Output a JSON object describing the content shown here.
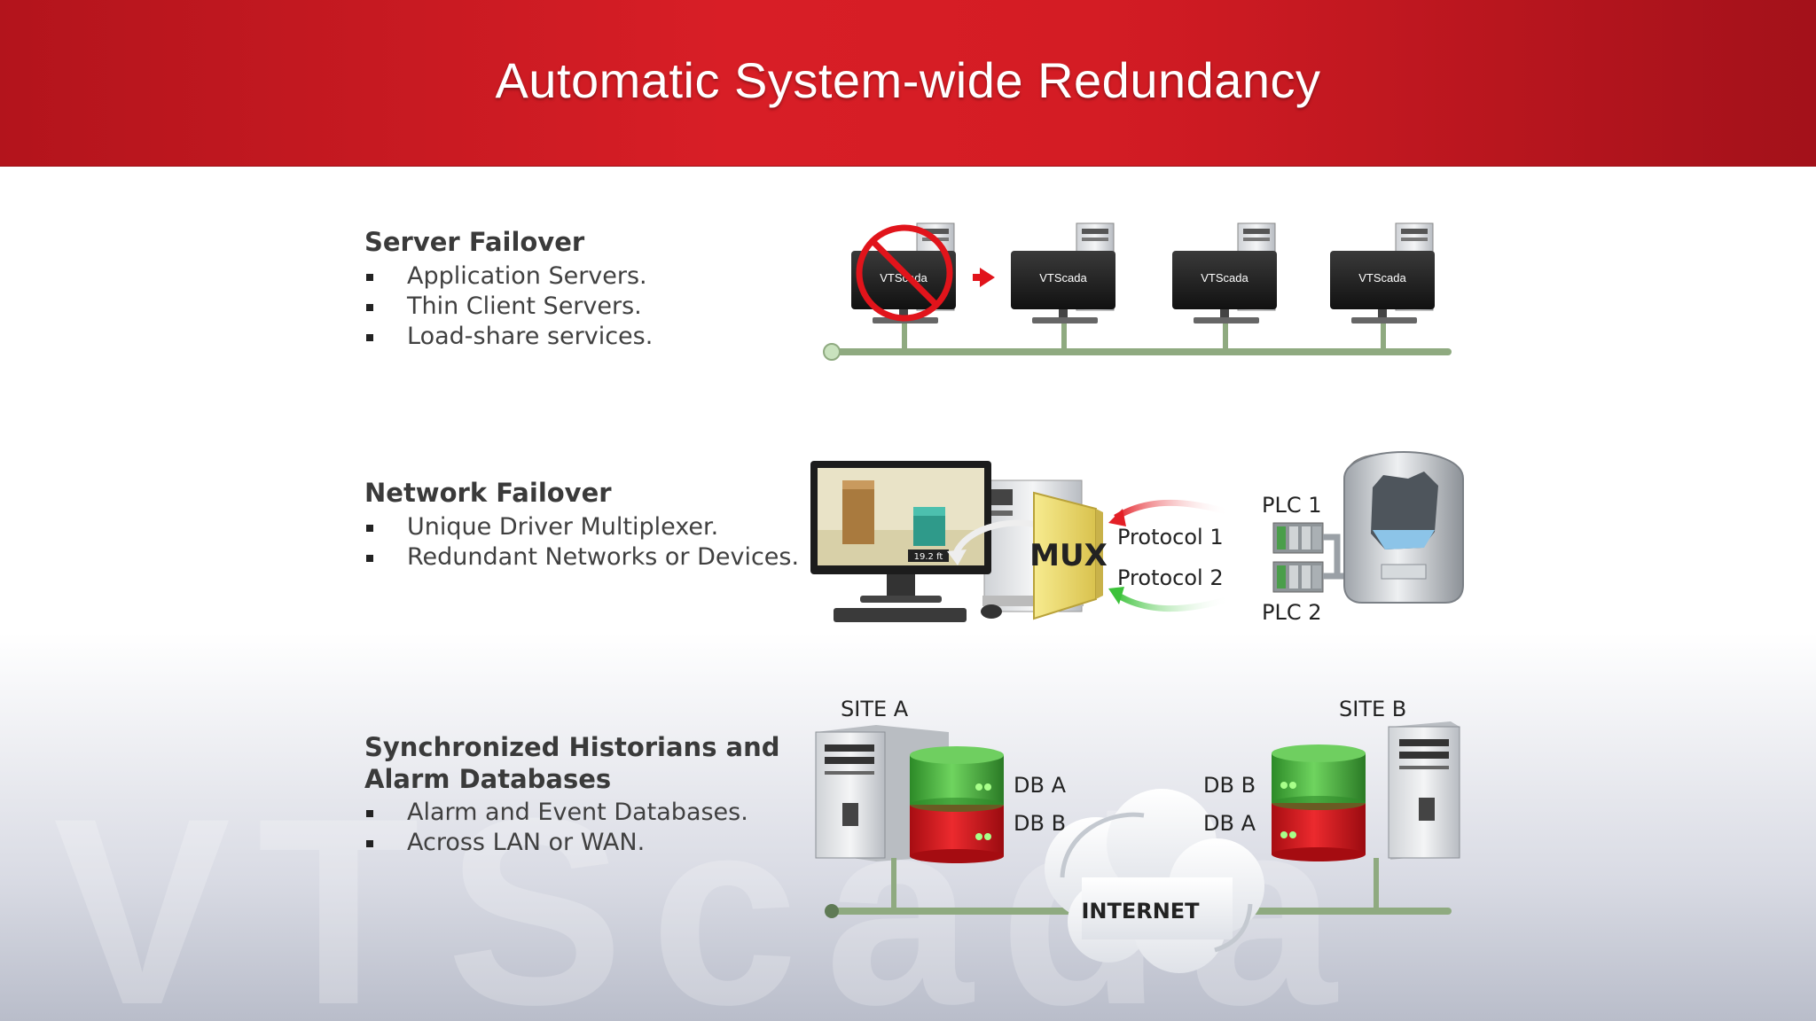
{
  "slide": {
    "title": "Automatic System-wide Redundancy",
    "watermark": "VTScada",
    "colors": {
      "banner_red": "#d81e26",
      "network_green": "#8faa80",
      "db_green": "#3fb43a",
      "db_red": "#d5161b",
      "mux_yellow": "#f2e27a"
    }
  },
  "server_failover": {
    "heading": "Server Failover",
    "bullets": [
      "Application Servers.",
      "Thin Client Servers.",
      "Load-share services."
    ],
    "screen_logo": "VTScada",
    "icons": [
      "no-entry-icon",
      "red-arrow-icon",
      "computer-icon"
    ]
  },
  "network_failover": {
    "heading": "Network Failover",
    "bullets": [
      "Unique Driver Multiplexer.",
      "Redundant Networks or Devices."
    ],
    "mux_label": "MUX",
    "protocol_1": "Protocol 1",
    "protocol_2": "Protocol 2",
    "plc_1": "PLC 1",
    "plc_2": "PLC 2",
    "tank_readout": "19.2 ft"
  },
  "historians": {
    "heading": "Synchronized Historians and Alarm Databases",
    "bullets": [
      "Alarm and Event Databases.",
      "Across LAN or WAN."
    ],
    "site_a": "SITE A",
    "site_b": "SITE B",
    "site_a_db_top": "DB A",
    "site_a_db_bottom": "DB B",
    "site_b_db_top": "DB B",
    "site_b_db_bottom": "DB A",
    "cloud_label": "INTERNET"
  }
}
